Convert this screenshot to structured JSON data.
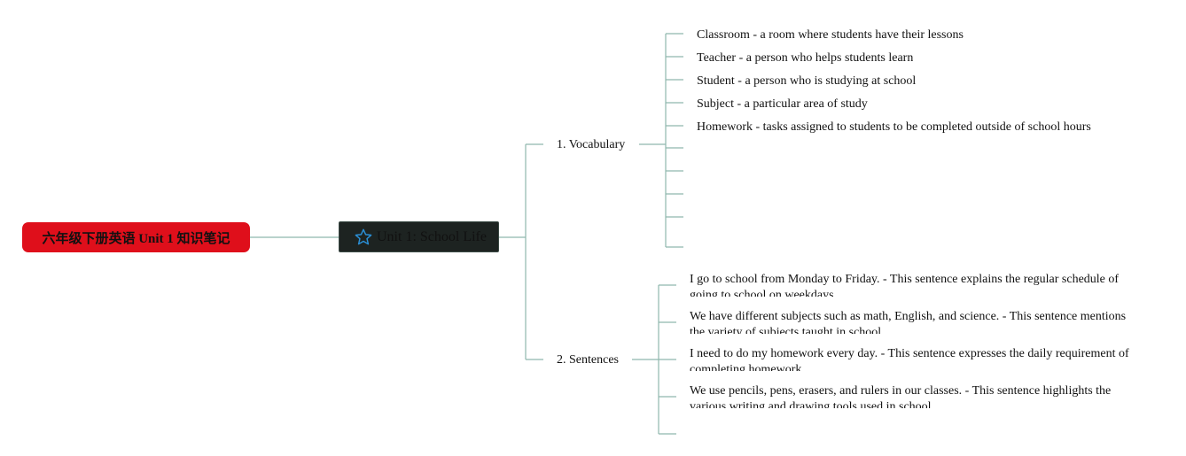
{
  "root": {
    "label": "六年级下册英语 Unit 1 知识笔记",
    "color": "#df0f1b"
  },
  "center": {
    "label": "Unit 1: School Life",
    "icon": "star-icon",
    "icon_color": "#2a8fd6",
    "color": "#1d2321"
  },
  "connector_color": "#8fb8ad",
  "branches": [
    {
      "label": "1. Vocabulary",
      "items": [
        "Classroom - a room where students have their lessons",
        "Teacher - a person who helps students learn",
        "Student - a person who is studying at school",
        "Subject - a particular area of study",
        "Homework - tasks assigned to students to be completed outside of school hours",
        "",
        "",
        "",
        "",
        ""
      ]
    },
    {
      "label": "2. Sentences",
      "items": [
        "I go to school from Monday to Friday. - This sentence explains the regular schedule of going to school on weekdays.",
        "We have different subjects such as math, English, and science. - This sentence mentions the variety of subjects taught in school.",
        "I need to do my homework every day. - This sentence expresses the daily requirement of completing homework.",
        "We use pencils, pens, erasers, and rulers in our classes. - This sentence highlights the various writing and drawing tools used in school.",
        ""
      ]
    }
  ]
}
